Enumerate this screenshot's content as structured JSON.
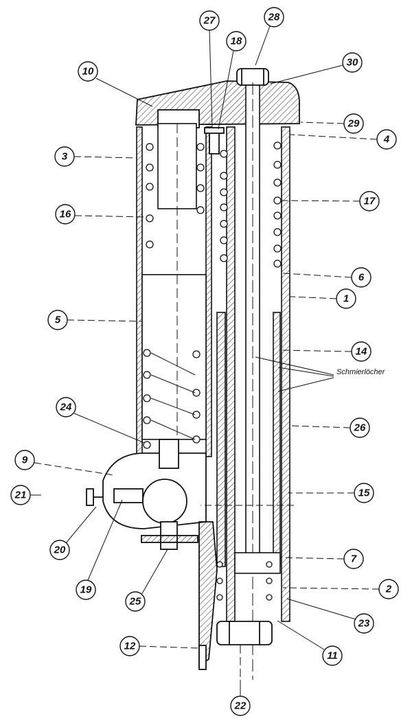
{
  "drawing": {
    "part_labels": [
      "27",
      "28",
      "18",
      "30",
      "10",
      "29",
      "4",
      "3",
      "17",
      "16",
      "6",
      "1",
      "5",
      "14",
      "26",
      "24",
      "9",
      "15",
      "21",
      "20",
      "7",
      "19",
      "25",
      "2",
      "23",
      "12",
      "11",
      "22"
    ],
    "note_label": "Schmierlöcher"
  }
}
